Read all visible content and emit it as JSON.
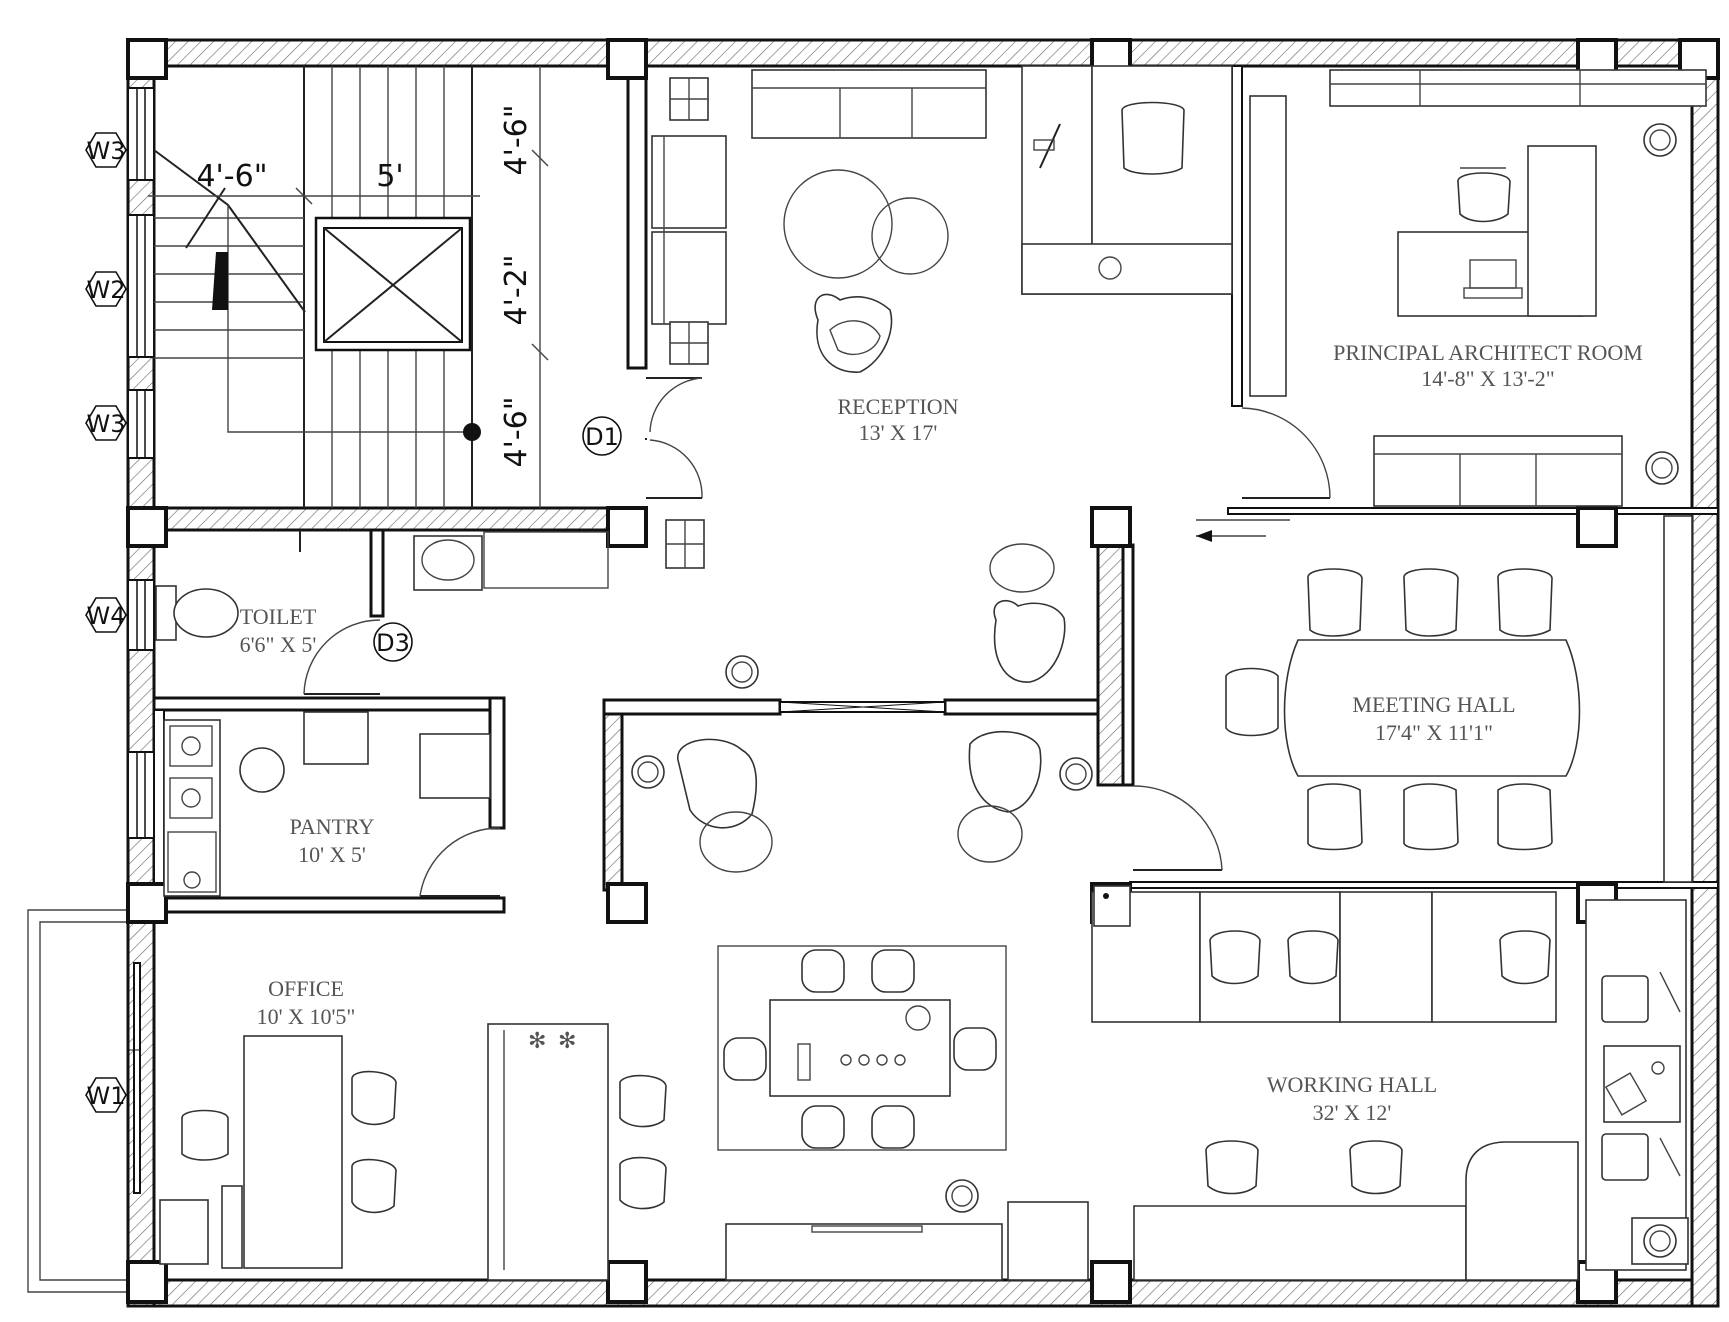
{
  "rooms": {
    "reception": {
      "name": "RECEPTION",
      "dim": "13' X 17'"
    },
    "principal": {
      "name": "PRINCIPAL ARCHITECT ROOM",
      "dim": "14'-8\" X 13'-2\""
    },
    "toilet": {
      "name": "TOILET",
      "dim": "6'6\" X 5'"
    },
    "pantry": {
      "name": "PANTRY",
      "dim": "10' X 5'"
    },
    "meeting": {
      "name": "MEETING HALL",
      "dim": "17'4\" X 11'1\""
    },
    "office": {
      "name": "OFFICE",
      "dim": "10' X 10'5\""
    },
    "working": {
      "name": "WORKING HALL",
      "dim": "32' X 12'"
    }
  },
  "stair_dims": {
    "width_left": "4'-6\"",
    "width_right": "5'",
    "run_top": "4'-6\"",
    "run_mid": "4'-2\"",
    "run_bottom": "4'-6\""
  },
  "window_tags": {
    "w3_top": "W3",
    "w2": "W2",
    "w3_bottom": "W3",
    "w4": "W4",
    "w1": "W1"
  },
  "door_tags": {
    "d1": "D1",
    "d3": "D3"
  },
  "colors": {
    "line": "#111111",
    "label": "#555555",
    "background": "#ffffff"
  }
}
